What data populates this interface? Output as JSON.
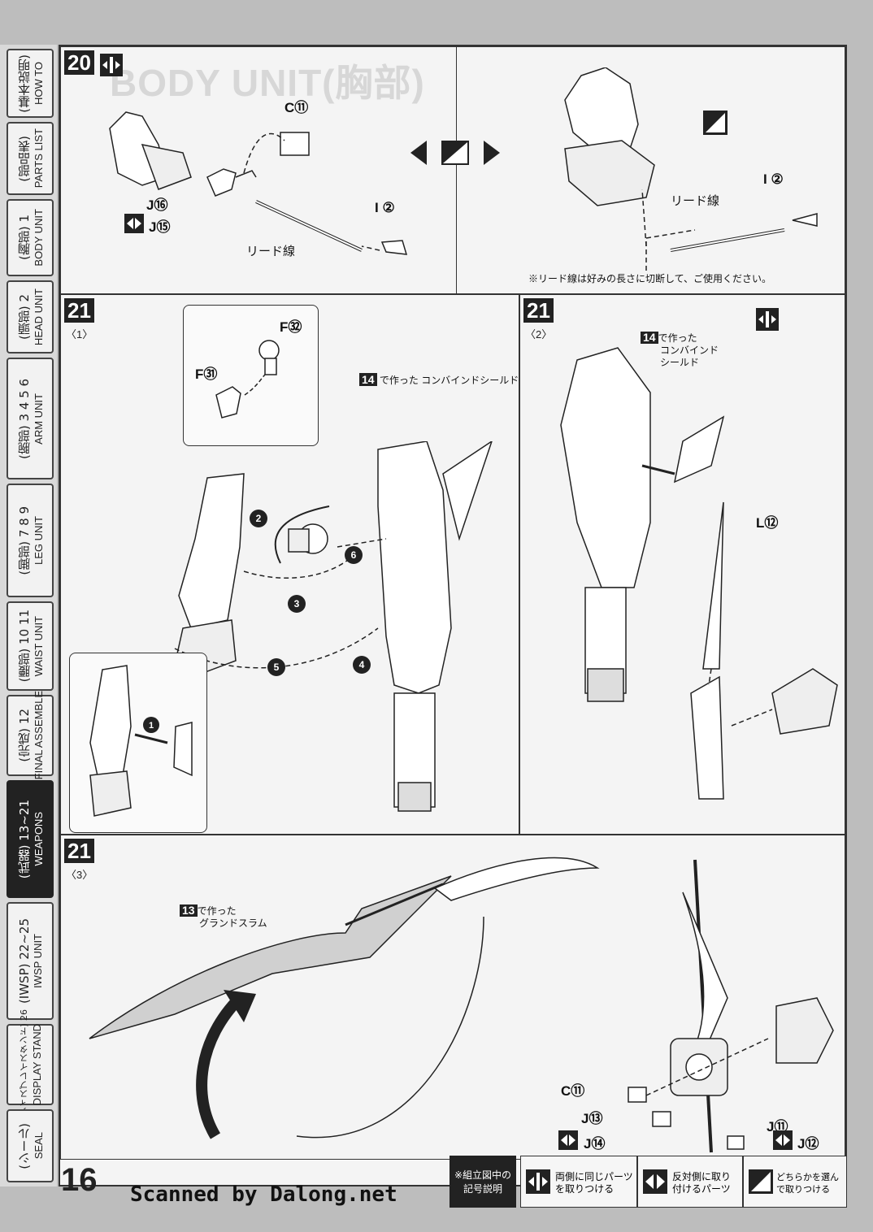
{
  "page_number": "16",
  "scan_credit": "Scanned by Dalong.net",
  "sidebar": [
    {
      "jp": "(基本説明)",
      "en": "HOW TO"
    },
    {
      "jp": "(部品表)",
      "en": "PARTS LIST"
    },
    {
      "jp": "(胸部) 1",
      "en": "BODY UNIT"
    },
    {
      "jp": "(頭部) 2",
      "en": "HEAD UNIT"
    },
    {
      "jp": "(腕部) 3 4 5 6",
      "en": "ARM UNIT"
    },
    {
      "jp": "(脚部) 7 8 9",
      "en": "LEG UNIT"
    },
    {
      "jp": "(腰部) 10 11",
      "en": "WAIST UNIT"
    },
    {
      "jp": "(完成) 12",
      "en": "FINAL ASSEMBLE"
    },
    {
      "jp": "(武器) 13~21",
      "en": "WEAPONS"
    },
    {
      "jp": "(IWSP) 22~25",
      "en": "IWSP UNIT"
    },
    {
      "jp": "(ディスプレイスタンド) 26",
      "en": "DISPLAY STAND"
    },
    {
      "jp": "(シール)",
      "en": "SEAL"
    }
  ],
  "step20": {
    "number": "20",
    "ghost_title": "BODY UNIT(胸部)",
    "labels": {
      "c11": "C⑪",
      "j16": "J⑯",
      "j15": "J⑮",
      "i2_left": "I ②",
      "lead_left": "リード線",
      "i2_right": "I ②",
      "lead_right": "リード線",
      "note": "※リード線は好みの長さに切断して、ご使用ください。"
    }
  },
  "step21_1": {
    "number": "21",
    "sub": "〈1〉",
    "labels": {
      "f32": "F㉜",
      "f31": "F㉛",
      "combined_ref": "14",
      "combined_text": "で作った コンバインドシールド"
    },
    "sequence": [
      "1",
      "2",
      "3",
      "4",
      "5",
      "6"
    ]
  },
  "step21_2": {
    "number": "21",
    "sub": "〈2〉",
    "labels": {
      "combined_ref": "14",
      "combined_text_1": "で作った",
      "combined_text_2": "コンバインド",
      "combined_text_3": "シールド",
      "l12": "L⑫"
    }
  },
  "step21_3": {
    "number": "21",
    "sub": "〈3〉",
    "labels": {
      "gran_ref": "13",
      "gran_text_1": "で作った",
      "gran_text_2": "グランドスラム",
      "c11": "C⑪",
      "j13": "J⑬",
      "j14": "J⑭",
      "j11": "J⑪",
      "j12": "J⑫"
    }
  },
  "legend": {
    "title_1": "※組立図中の",
    "title_2": "記号説明",
    "item1_1": "両側に同じパーツ",
    "item1_2": "を取りつける",
    "item2_1": "反対側に取り",
    "item2_2": "付けるパーツ",
    "item3_1": "どちらかを選ん",
    "item3_2": "で取りつける"
  }
}
